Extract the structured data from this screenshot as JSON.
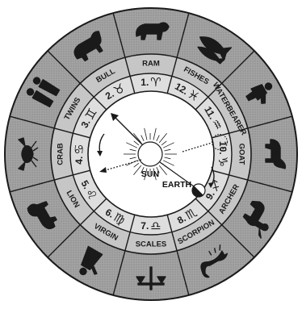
{
  "signs": [
    {
      "name": "RAM",
      "number": "1.",
      "symbol": "♈",
      "animal": "ram-icon"
    },
    {
      "name": "FISHES",
      "number": "12.",
      "symbol": "♓",
      "animal": "fish-icon"
    },
    {
      "name": "WATERBEARER",
      "number": "11.",
      "symbol": "♒",
      "animal": "waterbearer-icon"
    },
    {
      "name": "GOAT",
      "number": "10.",
      "symbol": "♑",
      "animal": "goat-icon"
    },
    {
      "name": "ARCHER",
      "number": "9.",
      "symbol": "♐",
      "animal": "archer-icon"
    },
    {
      "name": "SCORPION",
      "number": "8.",
      "symbol": "♏",
      "animal": "scorpion-icon"
    },
    {
      "name": "SCALES",
      "number": "7.",
      "symbol": "♎",
      "animal": "scales-icon"
    },
    {
      "name": "VIRGIN",
      "number": "6.",
      "symbol": "♍",
      "animal": "virgin-icon"
    },
    {
      "name": "LION",
      "number": "5.",
      "symbol": "♌",
      "animal": "lion-icon"
    },
    {
      "name": "CRAB",
      "number": "4.",
      "symbol": "♋",
      "animal": "crab-icon"
    },
    {
      "name": "TWINS",
      "number": "3.",
      "symbol": "♊",
      "animal": "twins-icon"
    },
    {
      "name": "BULL",
      "number": "2.",
      "symbol": "♉",
      "animal": "bull-icon"
    }
  ],
  "center": {
    "sun_label": "SUN",
    "earth_label": "EARTH"
  },
  "colors": {
    "outer_ring": "#9a9a9a",
    "middle_ring": "#c4c4c4",
    "inner_ring": "#dcdcdc",
    "center": "#ffffff",
    "ink": "#1a1a1a"
  }
}
